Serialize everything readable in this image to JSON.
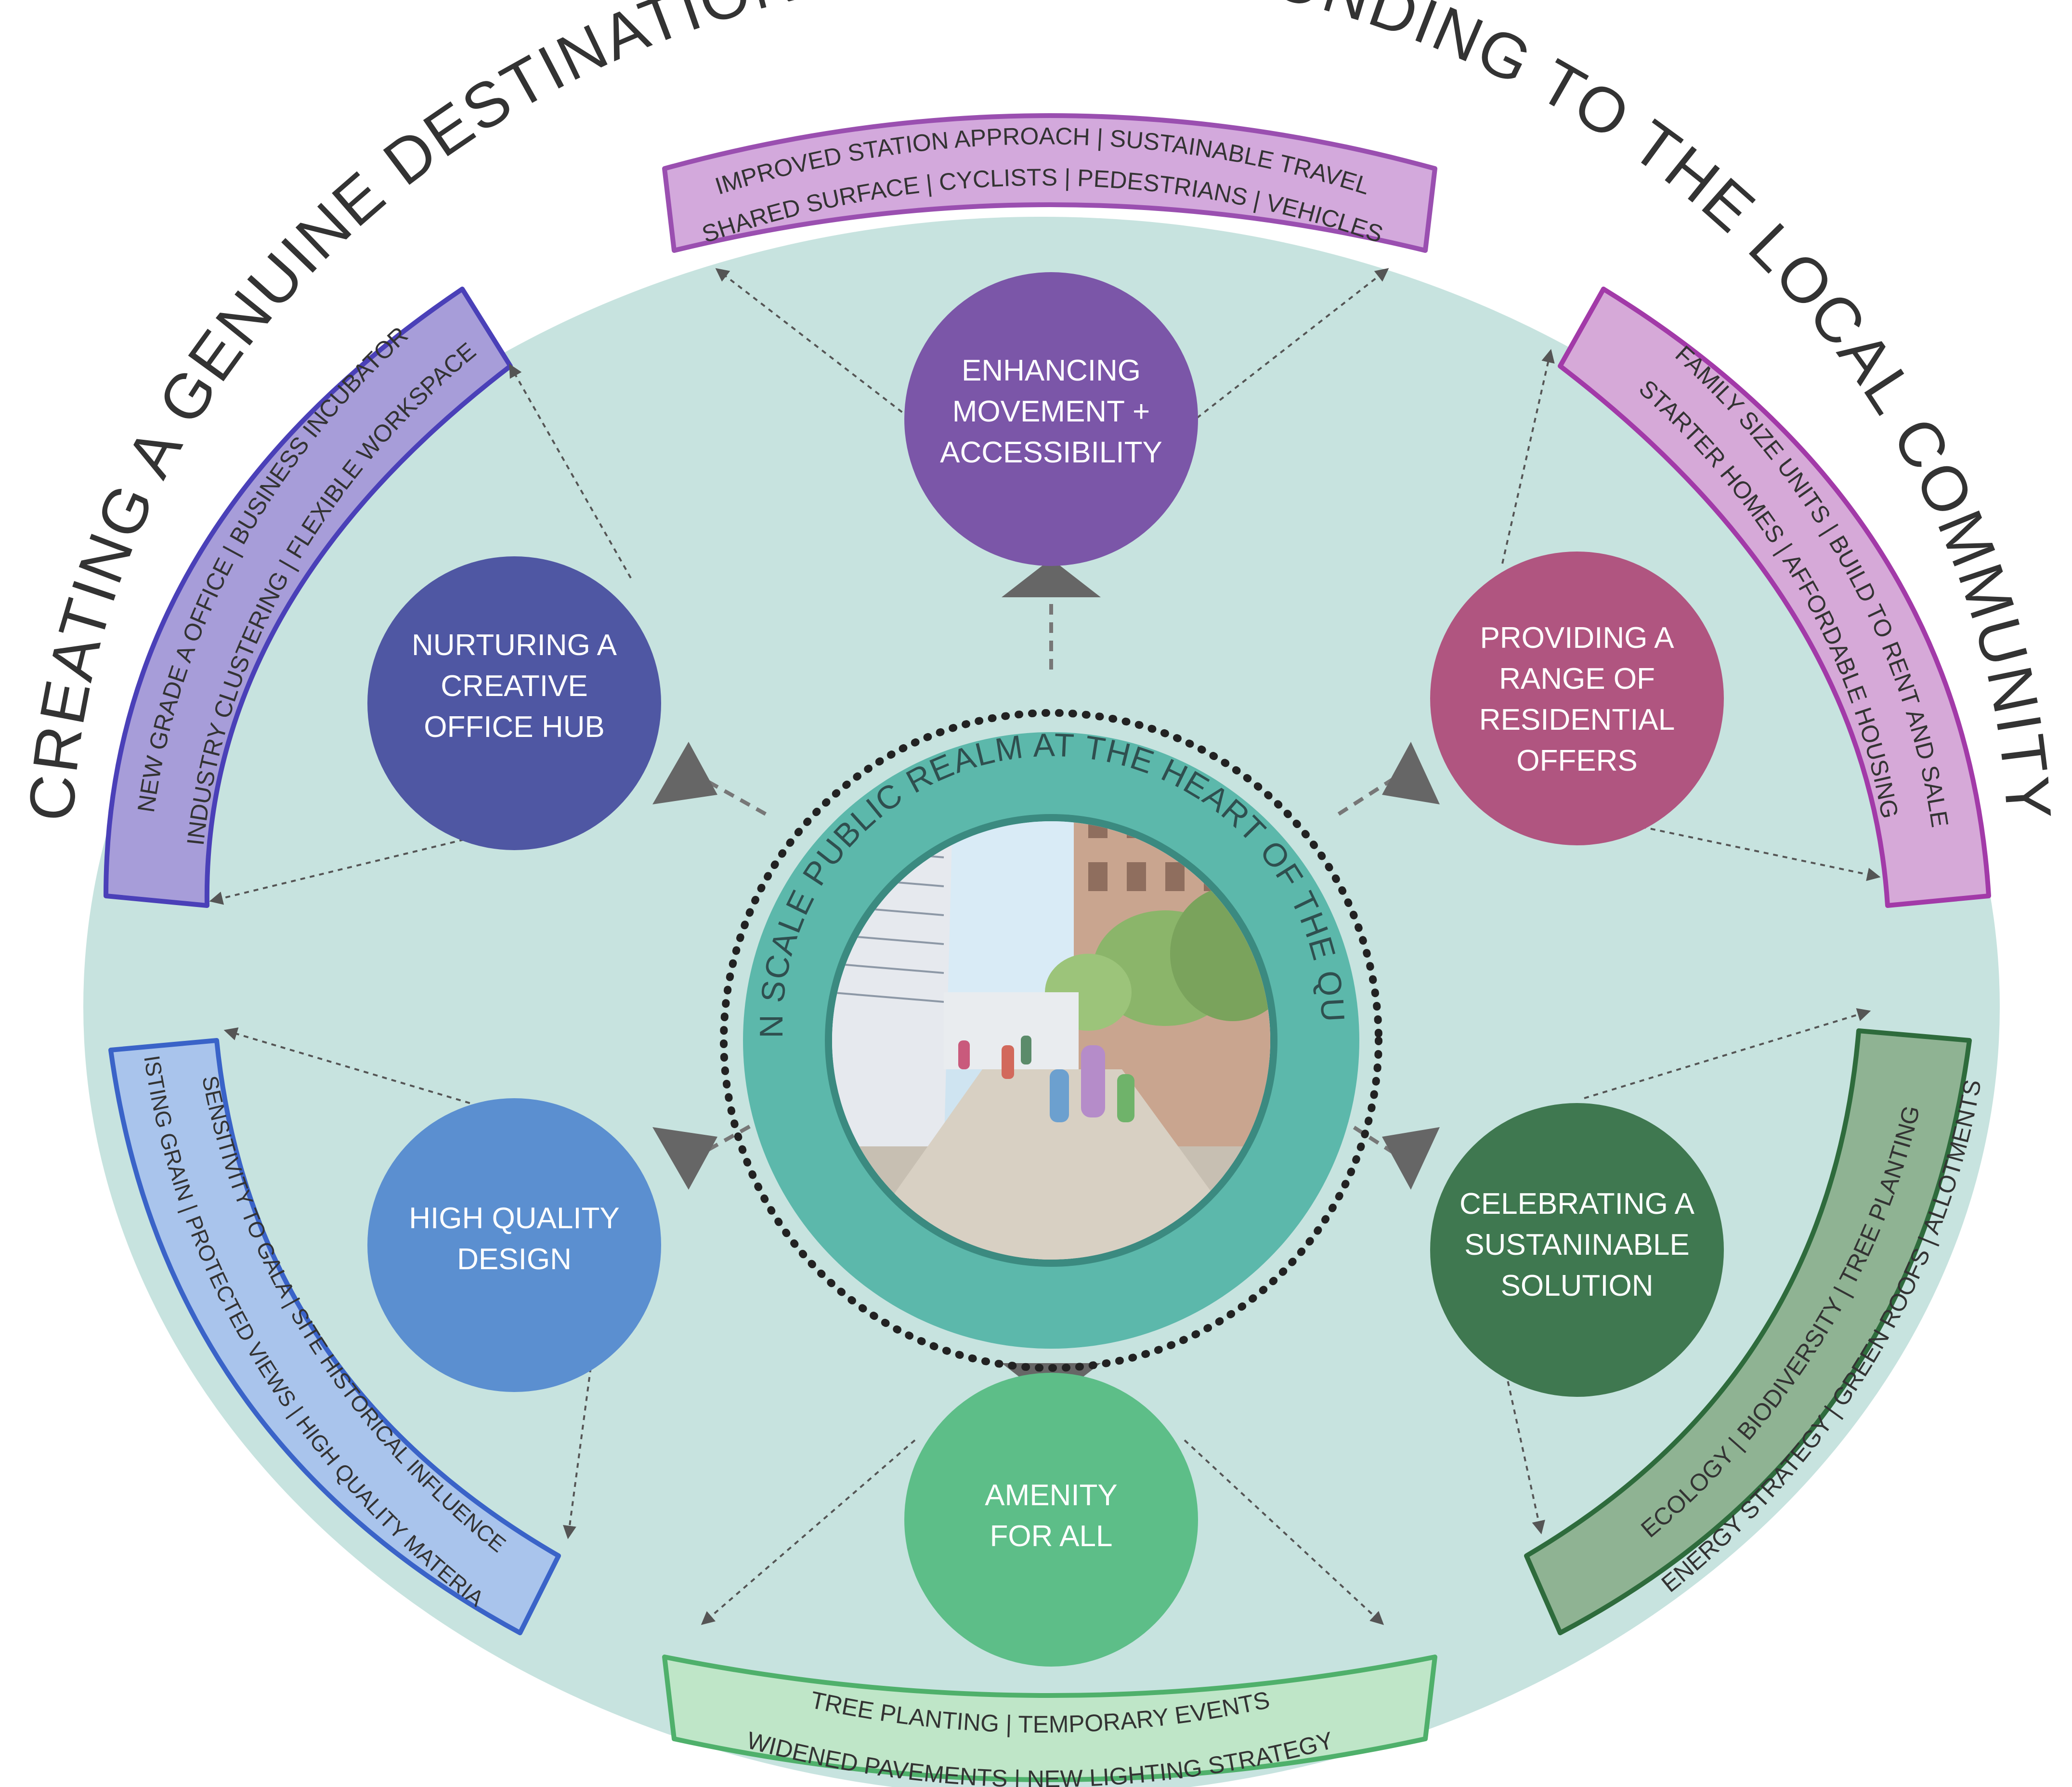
{
  "title": "CREATING A GENUINE DESTINATION WHILST RESPONDING TO THE LOCAL COMMUNITY",
  "center": {
    "label": "HUMAN SCALE PUBLIC REALM AT THE HEART OF THE QUARTER"
  },
  "nodes": {
    "movement": {
      "lines": [
        "ENHANCING",
        "MOVEMENT +",
        "ACCESSIBILITY"
      ],
      "color": "#7b56a8"
    },
    "office": {
      "lines": [
        "NURTURING A",
        "CREATIVE",
        "OFFICE HUB"
      ],
      "color": "#4f57a3"
    },
    "residential": {
      "lines": [
        "PROVIDING A",
        "RANGE OF",
        "RESIDENTIAL",
        "OFFERS"
      ],
      "color": "#b05580"
    },
    "design": {
      "lines": [
        "HIGH QUALITY",
        "DESIGN"
      ],
      "color": "#5b8fd0"
    },
    "sustainable": {
      "lines": [
        "CELEBRATING A",
        "SUSTANINABLE",
        "SOLUTION"
      ],
      "color": "#3f7850"
    },
    "amenity": {
      "lines": [
        "AMENITY",
        "FOR ALL"
      ],
      "color": "#5dbe88"
    }
  },
  "bands": {
    "movement": [
      "IMPROVED STATION APPROACH  |  SUSTAINABLE TRAVEL",
      "SHARED SURFACE  |  CYCLISTS  |  PEDESTRIANS  |  VEHICLES"
    ],
    "office": [
      "NEW GRADE A OFFICE  |  BUSINESS INCUBATOR",
      "INDUSTRY CLUSTERING  |  FLEXIBLE WORKSPACE"
    ],
    "residential": [
      "FAMILY SIZE UNITS  |  BUILD TO RENT AND SALE",
      "STARTER HOMES  |  AFFORDABLE HOUSING"
    ],
    "design": [
      "SENSITIVITY TO GALA  |  SITE HISTORICAL INFLUENCE",
      "EXISTING GRAIN  |  PROTECTED VIEWS  |  HIGH QUALITY MATERIALS"
    ],
    "sustainable": [
      "ECOLOGY  |  BIODIVERSITY  |  TREE PLANTING",
      "ENERGY STRATEGY  |  GREEN ROOFS  |  ALLOTMENTS"
    ],
    "amenity": [
      "TREE PLANTING  |  TEMPORARY EVENTS",
      "WIDENED PAVEMENTS  |  NEW LIGHTING STRATEGY"
    ]
  },
  "colors": {
    "disc": "#c7e3df",
    "ring": "#5cb8ab",
    "band_movement": "#d3a9dc",
    "band_office": "#a79dd9",
    "band_residential": "#d6a9d8",
    "band_design": "#a9c4ec",
    "band_sustainable": "#8fb393",
    "band_amenity": "#bfe6c8"
  }
}
